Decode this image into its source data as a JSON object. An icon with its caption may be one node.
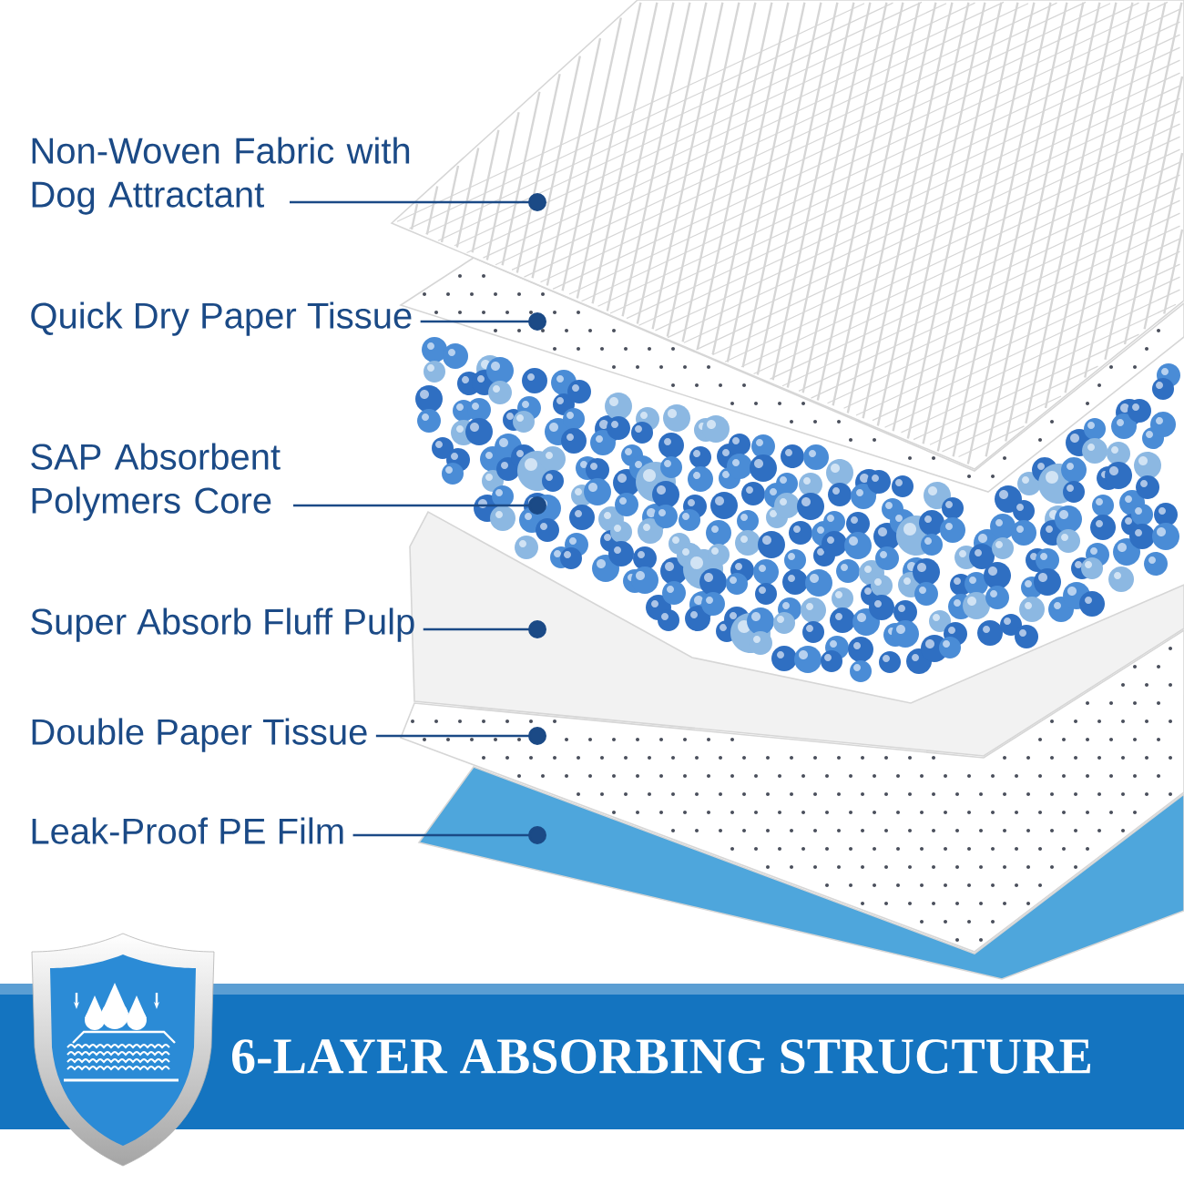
{
  "diagram": {
    "title": "6-LAYER ABSORBING STRUCTURE",
    "nodes": [
      {
        "text": [
          "Non-Woven Fabric with Dog Attractant"
        ]
      },
      {
        "text": [
          "Quick Dry Paper Tissue"
        ]
      },
      {
        "text": [
          "SAP Absorbent Polymers Core"
        ]
      },
      {
        "text": [
          "Super Absorb Fluff Pulp"
        ]
      },
      {
        "text": [
          "Double Paper Tissue"
        ]
      },
      {
        "text": [
          "Leak-Proof PE Film"
        ]
      },
      {
        "text": [],
        "shape": "picture"
      },
      {
        "text": [],
        "shape": "picture"
      },
      {
        "text": [],
        "shape": "picture"
      },
      {
        "text": [],
        "shape": "picture"
      },
      {
        "text": [],
        "shape": "picture"
      },
      {
        "text": [],
        "shape": "picture"
      }
    ],
    "edges": [
      {
        "from": 0,
        "to": 6,
        "arrow": "other"
      },
      {
        "from": 1,
        "to": 7,
        "arrow": "other"
      },
      {
        "from": 2,
        "to": 8,
        "arrow": "other"
      },
      {
        "from": 3,
        "to": 9,
        "arrow": "other"
      },
      {
        "from": 4,
        "to": 10,
        "arrow": "other"
      },
      {
        "from": 5,
        "to": 11,
        "arrow": "other"
      }
    ]
  }
}
